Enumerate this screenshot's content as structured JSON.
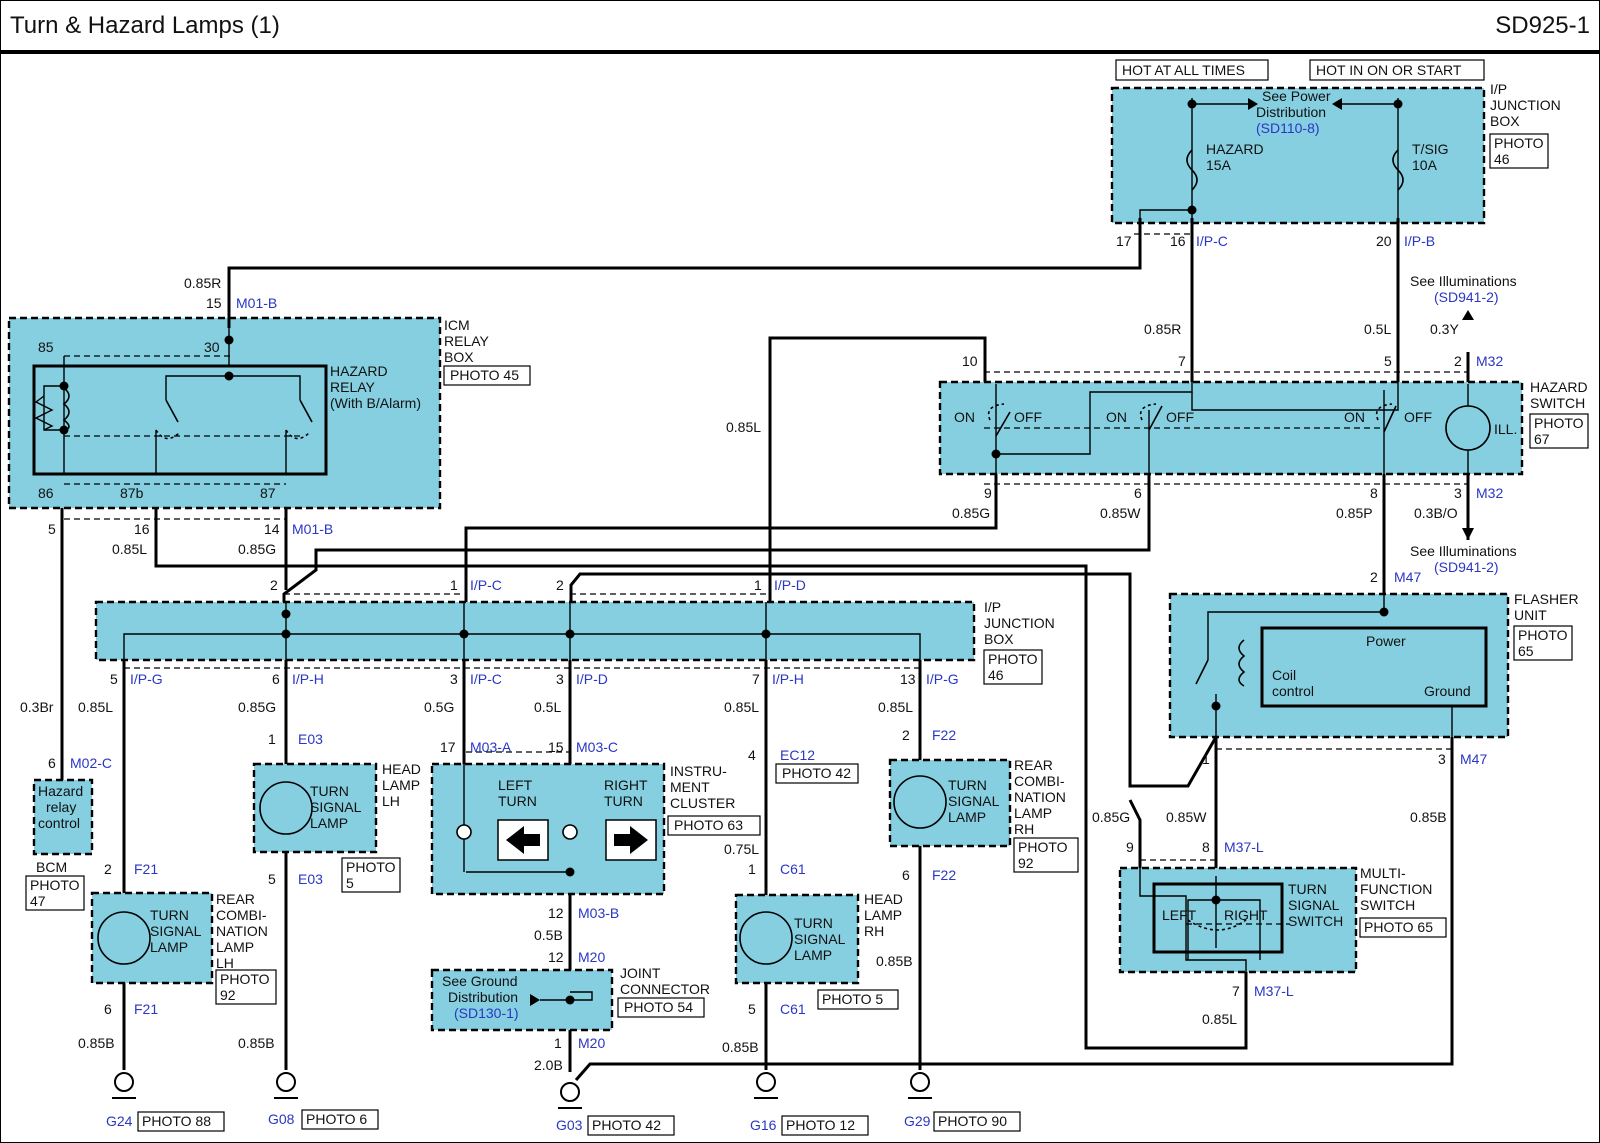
{
  "title": "Turn & Hazard Lamps (1)",
  "code": "SD925-1",
  "texts": {
    "hot_at_all_times": "HOT AT ALL TIMES",
    "hot_in_on": "HOT IN ON OR START",
    "see_power_1": "See Power",
    "see_power_2": "Distribution",
    "sd110": "(SD110-8)",
    "jb_top_1": "I/P",
    "jb_top_2": "JUNCTION",
    "jb_top_3": "BOX",
    "photo46a_1": "PHOTO",
    "photo46a_2": "46",
    "fuse_hazard_1": "HAZARD",
    "fuse_hazard_2": "15A",
    "fuse_tsig_1": "T/SIG",
    "fuse_tsig_2": "10A",
    "p17": "17",
    "p16": "16",
    "ipc_top": "I/P-C",
    "p20": "20",
    "ipb_top": "I/P-B",
    "see_ill_1": "See Illuminations",
    "sd941_1": "(SD941-2)",
    "w_085r_top": "0.85R",
    "p15": "15",
    "m01b_top": "M01-B",
    "icm_1": "ICM",
    "icm_2": "RELAY",
    "icm_3": "BOX",
    "photo45": "PHOTO 45",
    "p85": "85",
    "p30": "30",
    "hz_relay_1": "HAZARD",
    "hz_relay_2": "RELAY",
    "hz_relay_3": "(With B/Alarm)",
    "p86": "86",
    "p87b": "87b",
    "p87": "87",
    "p5_icm": "5",
    "p16_icm": "16",
    "p14_icm": "14",
    "m01b_bot": "M01-B",
    "w_085l_icm": "0.85L",
    "w_085g_icm": "0.85G",
    "w_085l_mid": "0.85L",
    "w_085r_mid": "0.85R",
    "w_05l_mid": "0.5L",
    "w_03y": "0.3Y",
    "hs_p10": "10",
    "hs_p7": "7",
    "hs_p5": "5",
    "hs_p2": "2",
    "m32_top": "M32",
    "hazard_sw_1": "HAZARD",
    "hazard_sw_2": "SWITCH",
    "photo67_1": "PHOTO",
    "photo67_2": "67",
    "on1": "ON",
    "off1": "OFF",
    "on2": "ON",
    "off2": "OFF",
    "on3": "ON",
    "off3": "OFF",
    "ill": "ILL.",
    "hs_p9": "9",
    "hs_p6": "6",
    "hs_p8": "8",
    "hs_p3": "3",
    "m32_bot": "M32",
    "w_085g_hs": "0.85G",
    "w_085w_hs": "0.85W",
    "w_085p_hs": "0.85P",
    "w_03bo": "0.3B/O",
    "see_ill_2": "See Illuminations",
    "sd941_2": "(SD941-2)",
    "fl_p2": "2",
    "m47_top": "M47",
    "flasher_1": "FLASHER",
    "flasher_2": "UNIT",
    "photo65a_1": "PHOTO",
    "photo65a_2": "65",
    "power": "Power",
    "coil_1": "Coil",
    "coil_2": "control",
    "ground": "Ground",
    "fl_p1": "1",
    "fl_p3": "3",
    "m47_bot": "M47",
    "jbm_p2a": "2",
    "jbm_p1a": "1",
    "jbm_ipc": "I/P-C",
    "jbm_p2b": "2",
    "jbm_p1b": "1",
    "jbm_ipd": "I/P-D",
    "jbm_1": "I/P",
    "jbm_2": "JUNCTION",
    "jbm_3": "BOX",
    "photo46b_1": "PHOTO",
    "photo46b_2": "46",
    "b5": "5",
    "b5c": "I/P-G",
    "b6": "6",
    "b6c": "I/P-H",
    "b3a": "3",
    "b3ac": "I/P-C",
    "b3b": "3",
    "b3bc": "I/P-D",
    "b7": "7",
    "b7c": "I/P-H",
    "b13": "13",
    "b13c": "I/P-G",
    "w_03br": "0.3Br",
    "w_085l_a": "0.85L",
    "w_085g_a": "0.85G",
    "w_05g": "0.5G",
    "w_05l_b": "0.5L",
    "w_085l_c": "0.85L",
    "w_085l_d": "0.85L",
    "bcm_p6": "6",
    "m02c": "M02-C",
    "bcm_t1": "Hazard",
    "bcm_t2": "relay",
    "bcm_t3": "control",
    "bcm": "BCM",
    "photo47_1": "PHOTO",
    "photo47_2": "47",
    "e03_p1": "1",
    "e03_a": "E03",
    "head_lh_1": "HEAD",
    "head_lh_2": "LAMP",
    "head_lh_3": "LH",
    "tsl_1a": "TURN",
    "tsl_1b": "SIGNAL",
    "tsl_1c": "LAMP",
    "photo5a_1": "PHOTO",
    "photo5a_2": "5",
    "e03_p5": "5",
    "e03_b": "E03",
    "ic_p17": "17",
    "m03a": "M03-A",
    "ic_p15": "15",
    "m03c": "M03-C",
    "left_turn_1": "LEFT",
    "left_turn_2": "TURN",
    "right_turn_1": "RIGHT",
    "right_turn_2": "TURN",
    "ic_1": "INSTRU-",
    "ic_2": "MENT",
    "ic_3": "CLUSTER",
    "photo63": "PHOTO 63",
    "ic_p12": "12",
    "m03b": "M03-B",
    "w_05b": "0.5B",
    "jc_p12": "12",
    "m20_a": "M20",
    "see_gnd_1": "See Ground",
    "see_gnd_2": "Distribution",
    "sd130": "(SD130-1)",
    "jc_1": "JOINT",
    "jc_2": "CONNECTOR",
    "photo54": "PHOTO 54",
    "jc_p1": "1",
    "m20_b": "M20",
    "w_20b": "2.0B",
    "ec12_p4": "4",
    "ec12": "EC12",
    "photo42a": "PHOTO 42",
    "w_075l": "0.75L",
    "c61_p1": "1",
    "c61_a": "C61",
    "tsl_2a": "TURN",
    "tsl_2b": "SIGNAL",
    "tsl_2c": "LAMP",
    "head_rh_1": "HEAD",
    "head_rh_2": "LAMP",
    "head_rh_3": "RH",
    "photo5b": "PHOTO 5",
    "c61_p5": "5",
    "c61_b": "C61",
    "f22_p2": "2",
    "f22_a": "F22",
    "tsl_3a": "TURN",
    "tsl_3b": "SIGNAL",
    "tsl_3c": "LAMP",
    "rcl_rh_1": "REAR",
    "rcl_rh_2": "COMBI-",
    "rcl_rh_3": "NATION",
    "rcl_rh_4": "LAMP",
    "rcl_rh_5": "RH",
    "photo92b_1": "PHOTO",
    "photo92b_2": "92",
    "f22_p6": "6",
    "f22_b": "F22",
    "w_085b_f22": "0.85B",
    "f21_p2": "2",
    "f21_a": "F21",
    "tsl_4a": "TURN",
    "tsl_4b": "SIGNAL",
    "tsl_4c": "LAMP",
    "rcl_lh_1": "REAR",
    "rcl_lh_2": "COMBI-",
    "rcl_lh_3": "NATION",
    "rcl_lh_4": "LAMP",
    "rcl_lh_5": "LH",
    "photo92a_1": "PHOTO",
    "photo92a_2": "92",
    "f21_p6": "6",
    "f21_b": "F21",
    "w_085b_1": "0.85B",
    "w_085b_2": "0.85B",
    "w_085b_3": "0.85B",
    "w_085g_mf": "0.85G",
    "w_085w_mf": "0.85W",
    "w_085b_mf": "0.85B",
    "mf_p9": "9",
    "mf_p8": "8",
    "m37l_a": "M37-L",
    "left": "LEFT",
    "right": "RIGHT",
    "mf_ts_1": "TURN",
    "mf_ts_2": "SIGNAL",
    "mf_ts_3": "SWITCH",
    "mf_1": "MULTI-",
    "mf_2": "FUNCTION",
    "mf_3": "SWITCH",
    "photo65b": "PHOTO 65",
    "mf_p7": "7",
    "m37l_b": "M37-L",
    "w_085l_mf": "0.85L",
    "g24": "G24",
    "photo88": "PHOTO 88",
    "g08": "G08",
    "photo6": "PHOTO 6",
    "g03": "G03",
    "photo42b": "PHOTO 42",
    "g16": "G16",
    "photo12": "PHOTO 12",
    "g29": "G29",
    "photo90": "PHOTO 90"
  }
}
